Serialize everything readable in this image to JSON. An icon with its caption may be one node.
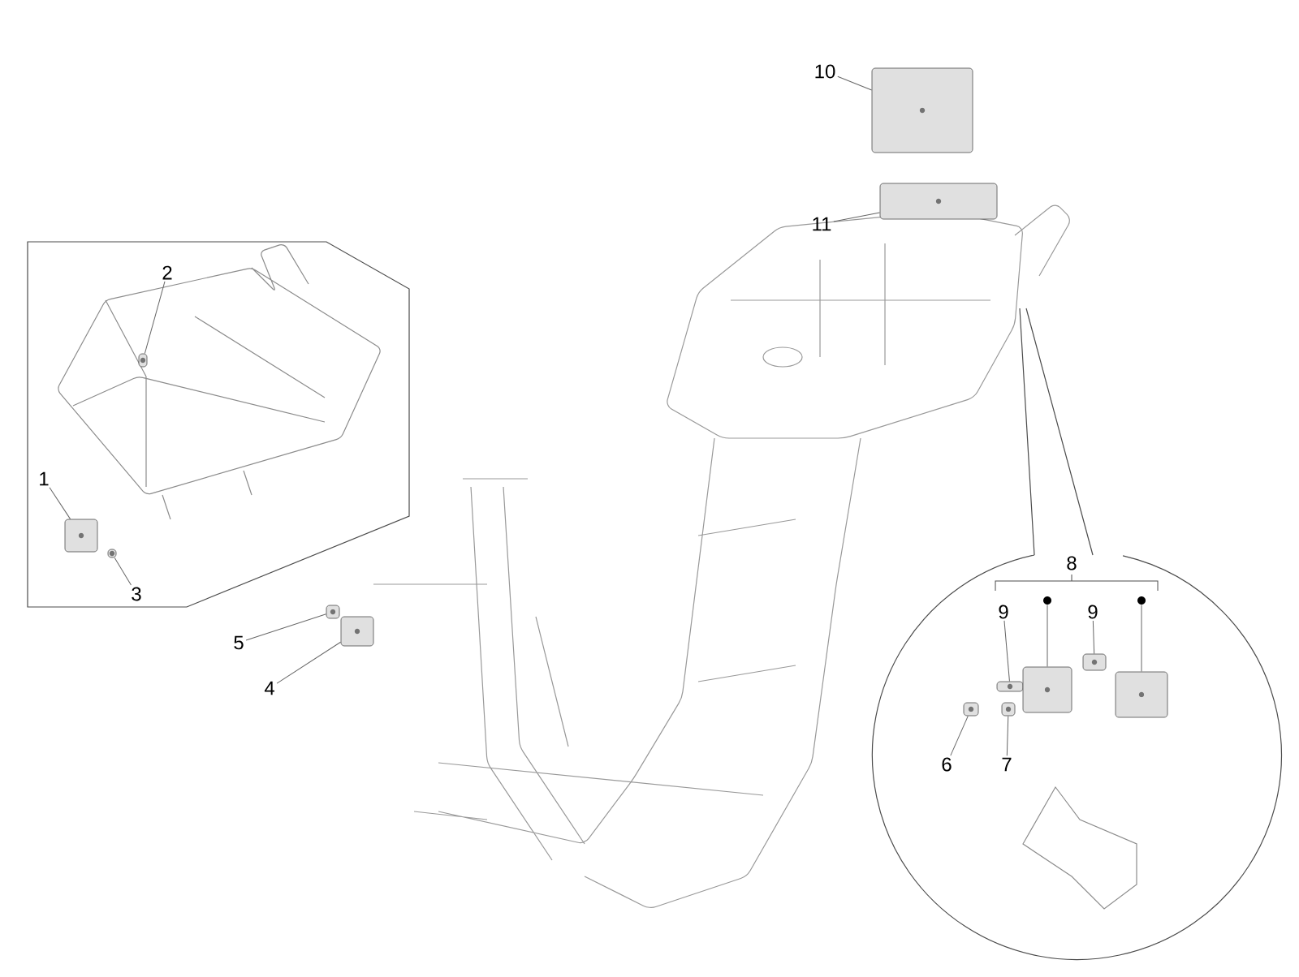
{
  "diagram": {
    "nodes": [
      {
        "text": [
          "1"
        ]
      },
      {
        "text": [],
        "shape": "picture"
      },
      {
        "text": [
          "2"
        ]
      },
      {
        "text": [],
        "shape": "picture"
      },
      {
        "text": [
          "3"
        ]
      },
      {
        "text": [],
        "shape": "picture"
      },
      {
        "text": [
          "4"
        ]
      },
      {
        "text": [],
        "shape": "picture"
      },
      {
        "text": [
          "5"
        ]
      },
      {
        "text": [],
        "shape": "picture"
      },
      {
        "text": [
          "6"
        ]
      },
      {
        "text": [],
        "shape": "picture"
      },
      {
        "text": [
          "7"
        ]
      },
      {
        "text": [],
        "shape": "picture"
      },
      {
        "text": [
          "9"
        ]
      },
      {
        "text": [],
        "shape": "picture"
      },
      {
        "text": [
          "9"
        ]
      },
      {
        "text": [],
        "shape": "picture"
      },
      {
        "text": [],
        "shape": "circle"
      },
      {
        "text": [],
        "shape": "picture"
      },
      {
        "text": [],
        "shape": "circle"
      },
      {
        "text": [],
        "shape": "picture"
      },
      {
        "text": [
          "10"
        ]
      },
      {
        "text": [],
        "shape": "picture"
      },
      {
        "text": [
          "11"
        ]
      },
      {
        "text": [],
        "shape": "picture"
      }
    ],
    "edges": [
      {
        "from": 0,
        "to": 1,
        "arrow": "none"
      },
      {
        "from": 2,
        "to": 3,
        "arrow": "none"
      },
      {
        "from": 4,
        "to": 5,
        "arrow": "none"
      },
      {
        "from": 6,
        "to": 7,
        "arrow": "none"
      },
      {
        "from": 8,
        "to": 9,
        "arrow": "none"
      },
      {
        "from": 10,
        "to": 11,
        "arrow": "none"
      },
      {
        "from": 12,
        "to": 13,
        "arrow": "none"
      },
      {
        "from": 14,
        "to": 15,
        "arrow": "none"
      },
      {
        "from": 16,
        "to": 17,
        "arrow": "none"
      },
      {
        "from": 18,
        "to": 19,
        "arrow": "none"
      },
      {
        "from": 20,
        "to": 21,
        "arrow": "none"
      },
      {
        "from": 22,
        "to": 23,
        "arrow": "none"
      },
      {
        "from": 24,
        "to": 25,
        "arrow": "none"
      }
    ],
    "labels": [
      "8"
    ]
  }
}
